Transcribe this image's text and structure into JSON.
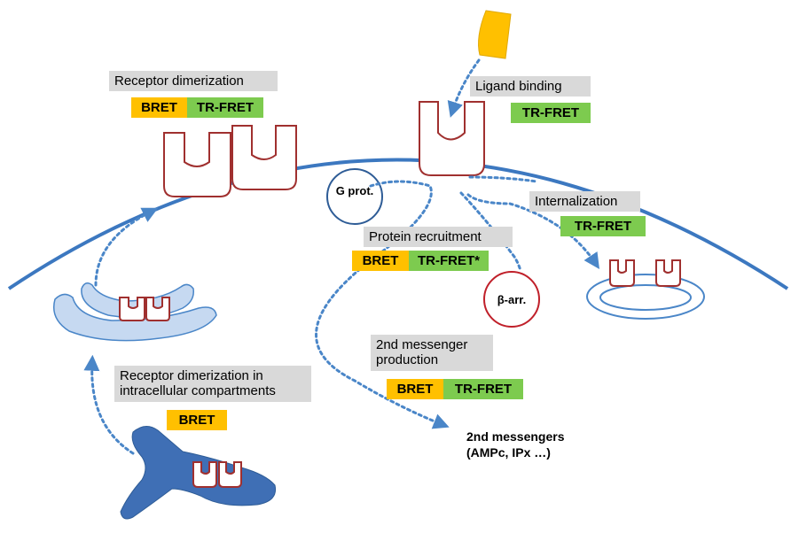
{
  "labels": {
    "receptor_dimerization": "Receptor dimerization",
    "ligand_binding": "Ligand binding",
    "internalization": "Internalization",
    "protein_recruitment": "Protein recruitment",
    "second_messenger_production": "2nd messenger production",
    "intracellular_dimerization": "Receptor dimerization in intracellular compartments"
  },
  "tags": {
    "bret": "BRET",
    "trfret": "TR-FRET",
    "trfret_star": "TR-FRET*"
  },
  "circles": {
    "gprot": "G prot.",
    "barr": "β-arr."
  },
  "messengers": {
    "line1": "2nd messengers",
    "line2": "(AMPc, IPx …)"
  },
  "colors": {
    "membrane": "#3c78c0",
    "receptor_stroke": "#a0302f",
    "bret": "#ffc000",
    "trfret": "#7dcb4f",
    "label_bg": "#d9d9d9",
    "arrow": "#4a86c8",
    "compartment_fill": "#c6d9f1",
    "er_fill": "#3f6fb5",
    "ligand": "#ffc000"
  }
}
